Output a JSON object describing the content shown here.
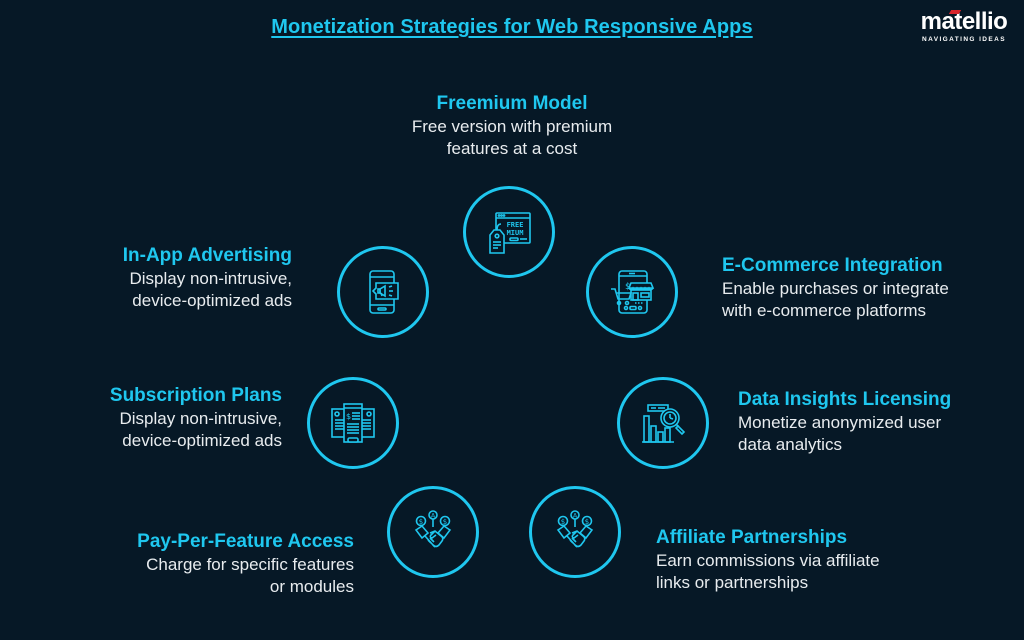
{
  "title": "Monetization Strategies for Web Responsive Apps",
  "brand": {
    "name": "matellio",
    "tagline": "NAVIGATING IDEAS",
    "accent_color": "#d8252c"
  },
  "colors": {
    "background": "#061826",
    "accent": "#1fc7ef",
    "text": "#e8ecef"
  },
  "strategies": [
    {
      "heading": "Freemium Model",
      "line1": "Free version with premium",
      "line2": "features at a cost",
      "icon": "freemium-tag-icon",
      "icon_text_1": "FREE",
      "icon_text_2": "MIUM"
    },
    {
      "heading": "In-App Advertising",
      "line1": "Display non-intrusive,",
      "line2": "device-optimized ads",
      "icon": "mobile-megaphone-icon"
    },
    {
      "heading": "E-Commerce Integration",
      "line1": "Enable purchases or integrate",
      "line2": "with e-commerce platforms",
      "icon": "mobile-store-cart-icon"
    },
    {
      "heading": "Subscription Plans",
      "line1": "Display non-intrusive,",
      "line2": "device-optimized ads",
      "icon": "pricing-plans-icon"
    },
    {
      "heading": "Data Insights Licensing",
      "line1": "Monetize anonymized user",
      "line2": "data analytics",
      "icon": "chart-magnifier-icon"
    },
    {
      "heading": "Pay-Per-Feature Access",
      "line1": "Charge for specific features",
      "line2": "or modules",
      "icon": "handshake-coins-icon"
    },
    {
      "heading": "Affiliate Partnerships",
      "line1": "Earn commissions via affiliate",
      "line2": "links or partnerships",
      "icon": "handshake-coins-icon"
    }
  ]
}
